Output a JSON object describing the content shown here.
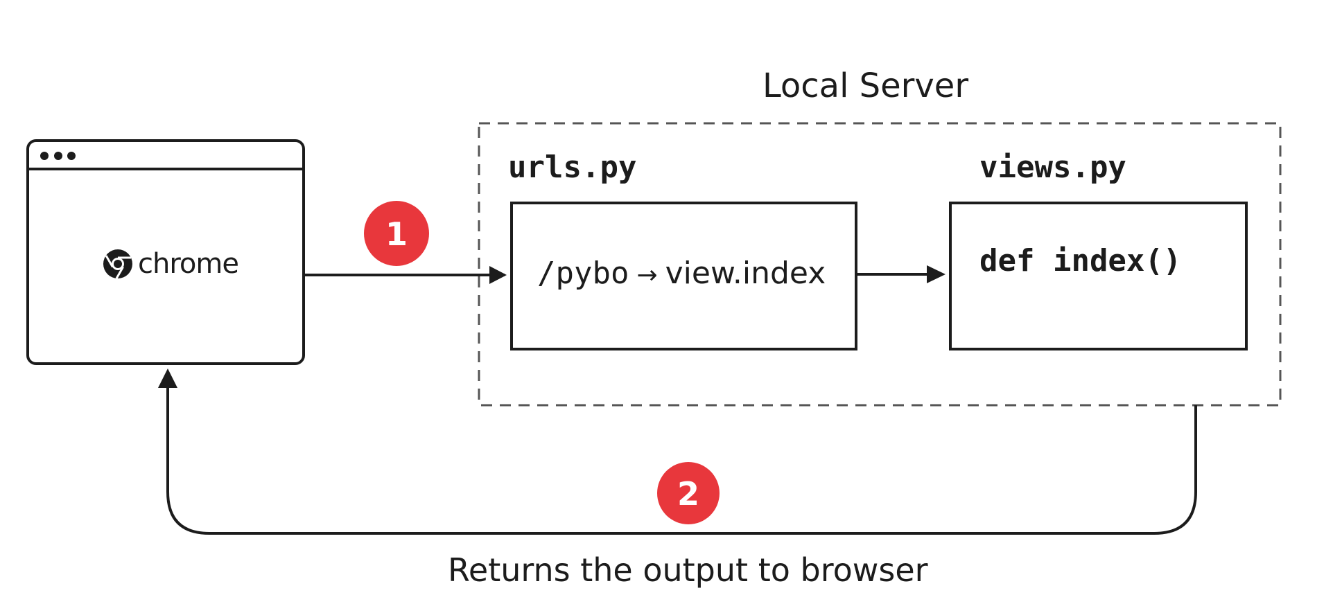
{
  "server": {
    "title": "Local Server"
  },
  "urls": {
    "title": "urls.py",
    "route": "/pybo",
    "arrow": "→",
    "target": "view.index"
  },
  "views": {
    "title": "views.py",
    "code": "def index()"
  },
  "browser": {
    "name": "chrome",
    "icon": "chrome-logo-icon"
  },
  "steps": {
    "one": "1",
    "two": "2"
  },
  "return_label": "Returns the output to browser",
  "colors": {
    "stroke": "#1c1c1c",
    "badge": "#e8373c",
    "dash": "#555555"
  }
}
